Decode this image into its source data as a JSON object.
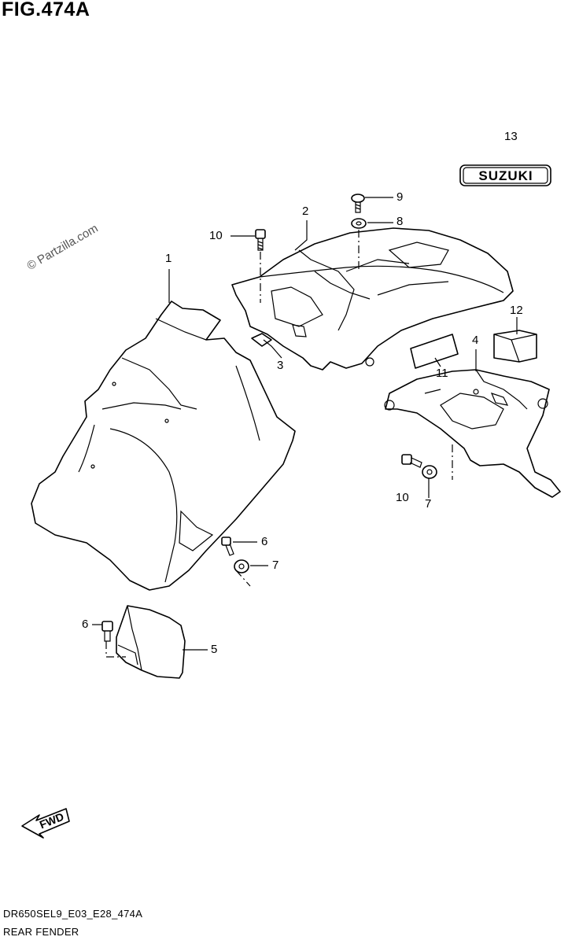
{
  "figure": {
    "title": "FIG.474A",
    "watermark": "© Partzilla.com",
    "footer_code": "DR650SEL9_E03_E28_474A",
    "footer_name": "REAR FENDER"
  },
  "decal": {
    "text": "SUZUKI"
  },
  "direction_marker": {
    "text": "FWD"
  },
  "callouts": {
    "c1": "1",
    "c2": "2",
    "c3": "3",
    "c4": "4",
    "c5": "5",
    "c6a": "6",
    "c6b": "6",
    "c7a": "7",
    "c7b": "7",
    "c8": "8",
    "c9": "9",
    "c10a": "10",
    "c10b": "10",
    "c11": "11",
    "c12": "12",
    "c13": "13"
  }
}
